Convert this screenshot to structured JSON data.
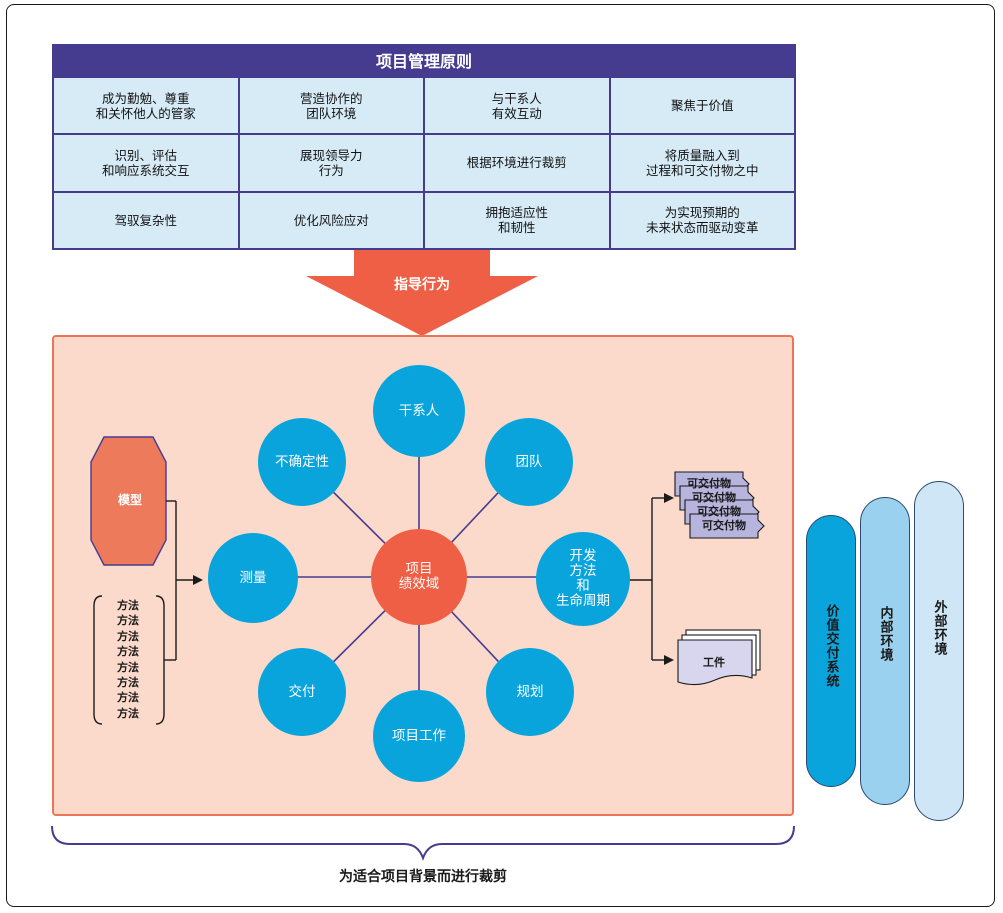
{
  "principles": {
    "title": "项目管理原则",
    "cells": [
      "成为勤勉、尊重\n和关怀他人的管家",
      "营造协作的\n团队环境",
      "与干系人\n有效互动",
      "聚焦于价值",
      "识别、评估\n和响应系统交互",
      "展现领导力\n行为",
      "根据环境进行裁剪",
      "将质量融入到\n过程和可交付物之中",
      "驾驭复杂性",
      "优化风险应对",
      "拥抱适应性\n和韧性",
      "为实现预期的\n未来状态而驱动变革"
    ]
  },
  "guide_label": "指导行为",
  "domains": {
    "center": "项目\n绩效域",
    "stakeholders": "干系人",
    "team": "团队",
    "development": "开发\n方法\n和\n生命周期",
    "planning": "规划",
    "project_work": "项目工作",
    "delivery": "交付",
    "measurement": "测量",
    "uncertainty": "不确定性"
  },
  "model_label": "模型",
  "methods": [
    "方法",
    "方法",
    "方法",
    "方法",
    "方法",
    "方法",
    "方法",
    "方法"
  ],
  "deliverables": [
    "可交付物",
    "可交付物",
    "可交付物",
    "可交付物"
  ],
  "artifacts_label": "工件",
  "environments": {
    "value_delivery": "价值交付系统",
    "internal": "内部环境",
    "external": "外部环境"
  },
  "tailoring_label": "为适合项目背景而进行裁剪",
  "colors": {
    "principles_header": "#463c8f",
    "principles_cell": "#d6ebf6",
    "arrow": "#ee5f45",
    "panel": "#fbd9cb",
    "circle": "#0aa4dc",
    "center_circle": "#ee5f45",
    "deliverable": "#b7b4dd"
  }
}
